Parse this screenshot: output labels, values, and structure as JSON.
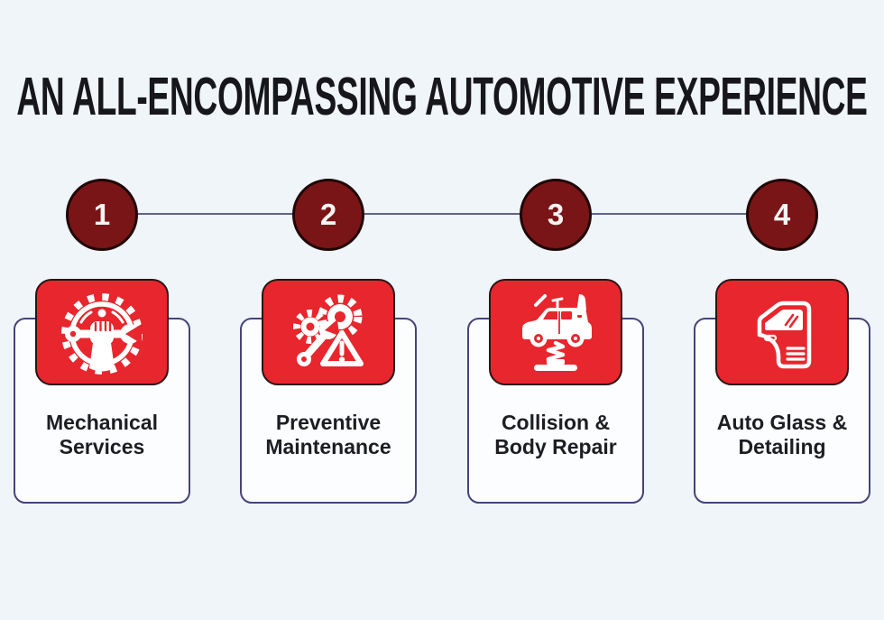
{
  "title": "AN ALL-ENCOMPASSING AUTOMOTIVE EXPERIENCE",
  "colors": {
    "background": "#eff5f9",
    "title_text": "#16161b",
    "accent_red": "#e8262d",
    "circle_maroon": "#7a1517",
    "connector_line": "#5f6390",
    "card_border": "#474379",
    "card_background": "#fbfdff",
    "label_text": "#1d1d22"
  },
  "steps": [
    {
      "number": "1",
      "label_line1": "Mechanical",
      "label_line2": "Services",
      "icon": "gear-hand-wrench-icon"
    },
    {
      "number": "2",
      "label_line1": "Preventive",
      "label_line2": "Maintenance",
      "icon": "gear-wrench-warning-icon"
    },
    {
      "number": "3",
      "label_line1": "Collision &",
      "label_line2": "Body Repair",
      "icon": "car-on-lift-icon"
    },
    {
      "number": "4",
      "label_line1": "Auto Glass &",
      "label_line2": "Detailing",
      "icon": "car-door-glass-icon"
    }
  ]
}
